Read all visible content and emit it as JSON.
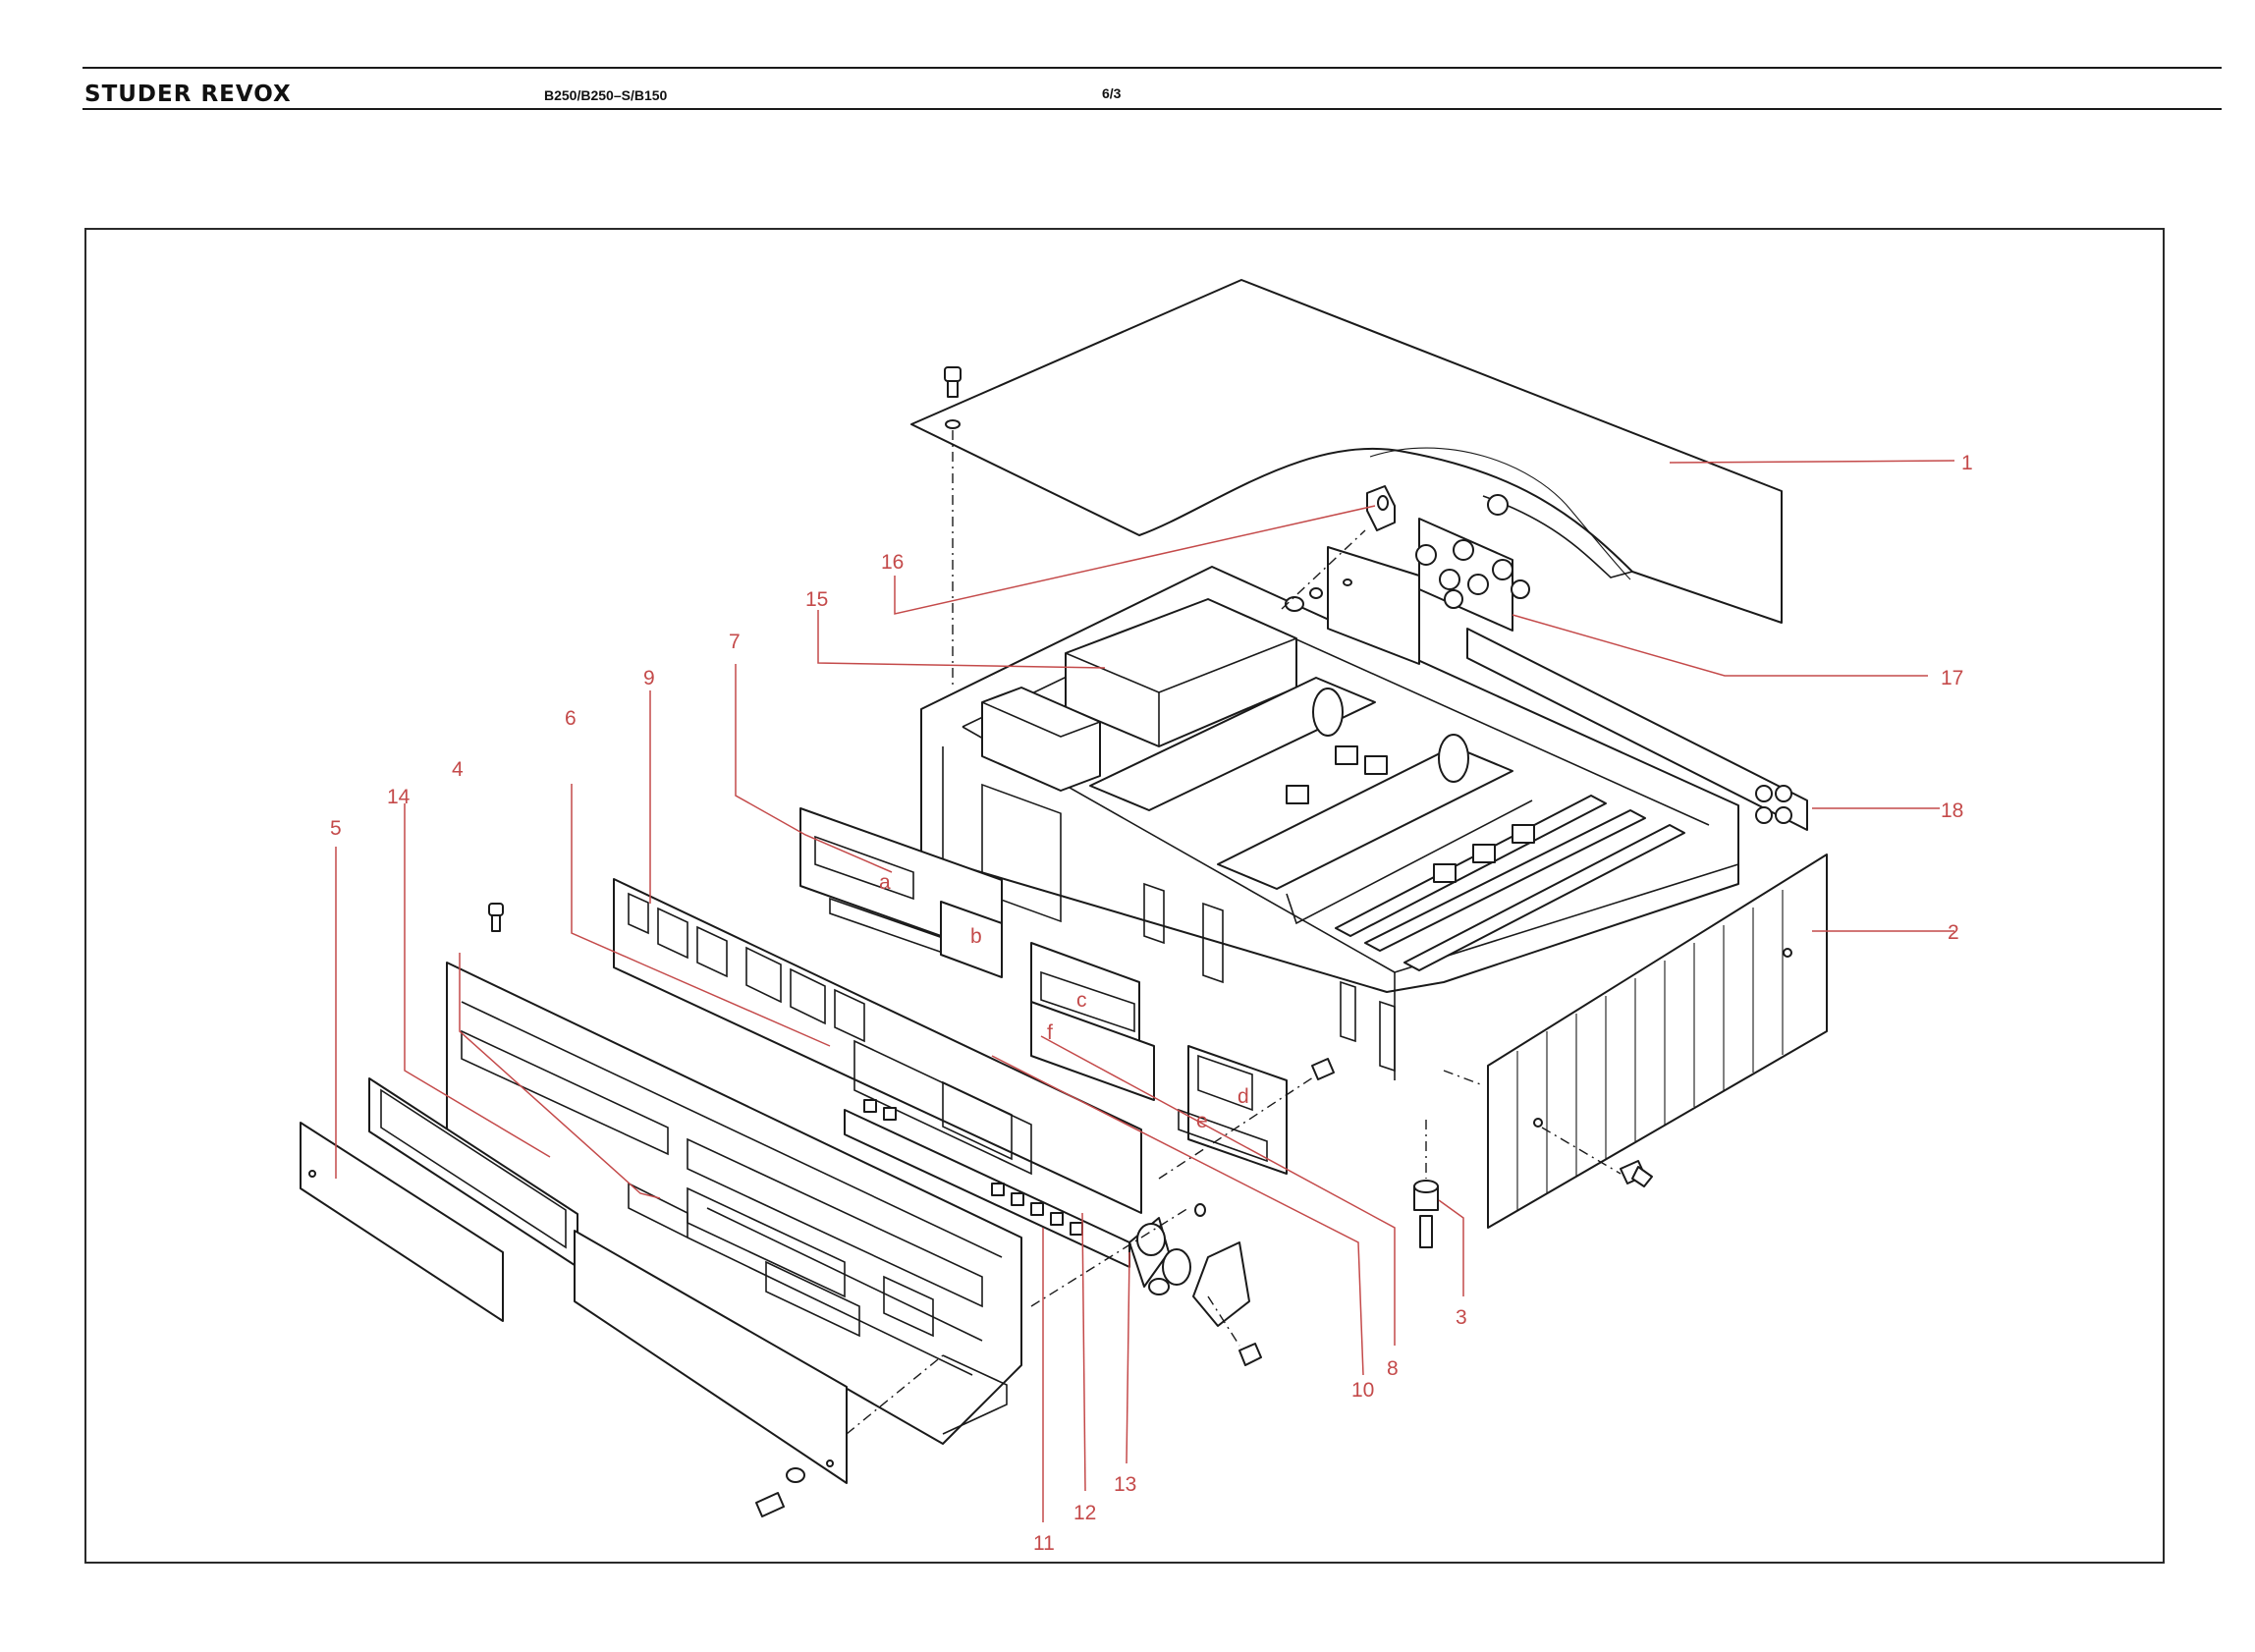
{
  "header": {
    "brand": "STUDER REVOX",
    "model": "B250/B250–S/B150",
    "page": "6/3"
  },
  "accent_color": "#c44a4a",
  "parts": [
    {
      "label": "1"
    },
    {
      "label": "2"
    },
    {
      "label": "3"
    },
    {
      "label": "4"
    },
    {
      "label": "5"
    },
    {
      "label": "6"
    },
    {
      "label": "7"
    },
    {
      "label": "8"
    },
    {
      "label": "9"
    },
    {
      "label": "10"
    },
    {
      "label": "11"
    },
    {
      "label": "12"
    },
    {
      "label": "13"
    },
    {
      "label": "14"
    },
    {
      "label": "15"
    },
    {
      "label": "16"
    },
    {
      "label": "17"
    },
    {
      "label": "18"
    }
  ],
  "sub_labels": [
    {
      "label": "a"
    },
    {
      "label": "b"
    },
    {
      "label": "c"
    },
    {
      "label": "d"
    },
    {
      "label": "e"
    },
    {
      "label": "f"
    }
  ]
}
